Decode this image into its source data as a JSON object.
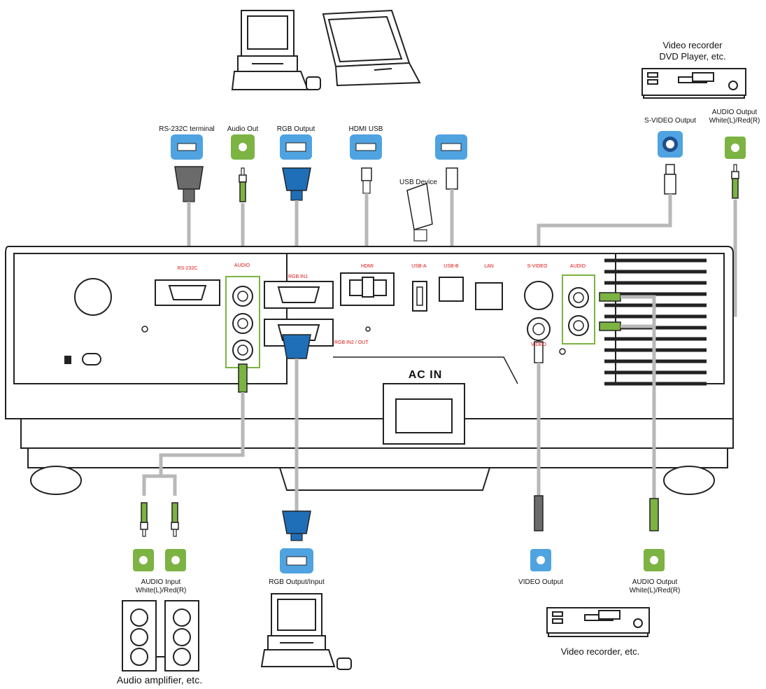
{
  "labels": {
    "rs232c": "RS-232C terminal",
    "audio_out": "Audio Out",
    "rgb_output": "RGB Output",
    "hdmi_usb": "HDMI USB",
    "usb_device": "USB Device",
    "svideo_output": "S-VIDEO Output",
    "audio_output_right_1": "AUDIO Output",
    "audio_output_right_2": "White(L)/Red(R)",
    "video_recorder_top_1": "Video recorder",
    "video_recorder_top_2": "DVD Player, etc.",
    "audio_input_1": "AUDIO Input",
    "audio_input_2": "White(L)/Red(R)",
    "audio_amplifier": "Audio amplifier, etc.",
    "rgb_output_input": "RGB Output/Input",
    "video_output": "VIDEO Output",
    "audio_output_bottom_1": "AUDIO Output",
    "audio_output_bottom_2": "White(L)/Red(R)",
    "video_recorder_bottom": "Video recorder, etc.",
    "ac_in": "AC  IN"
  },
  "panel_labels": {
    "rs232": "RS-232C",
    "audio": "AUDIO",
    "rgbin1": "RGB IN1",
    "hdmi": "HDMI",
    "usba": "USB-A",
    "usbb": "USB-B",
    "lan": "LAN",
    "svideo": "S-VIDEO",
    "audio_r": "AUDIO",
    "rgbin2": "RGB IN2 / OUT",
    "video": "VIDEO"
  },
  "colors": {
    "green": "#7cb342",
    "blue": "#1f6fb8",
    "lightblue": "#4fa3e0",
    "gray": "#6b6b6b",
    "cable": "#b8b8b8",
    "outline": "#222222",
    "red_label": "#d11111"
  }
}
